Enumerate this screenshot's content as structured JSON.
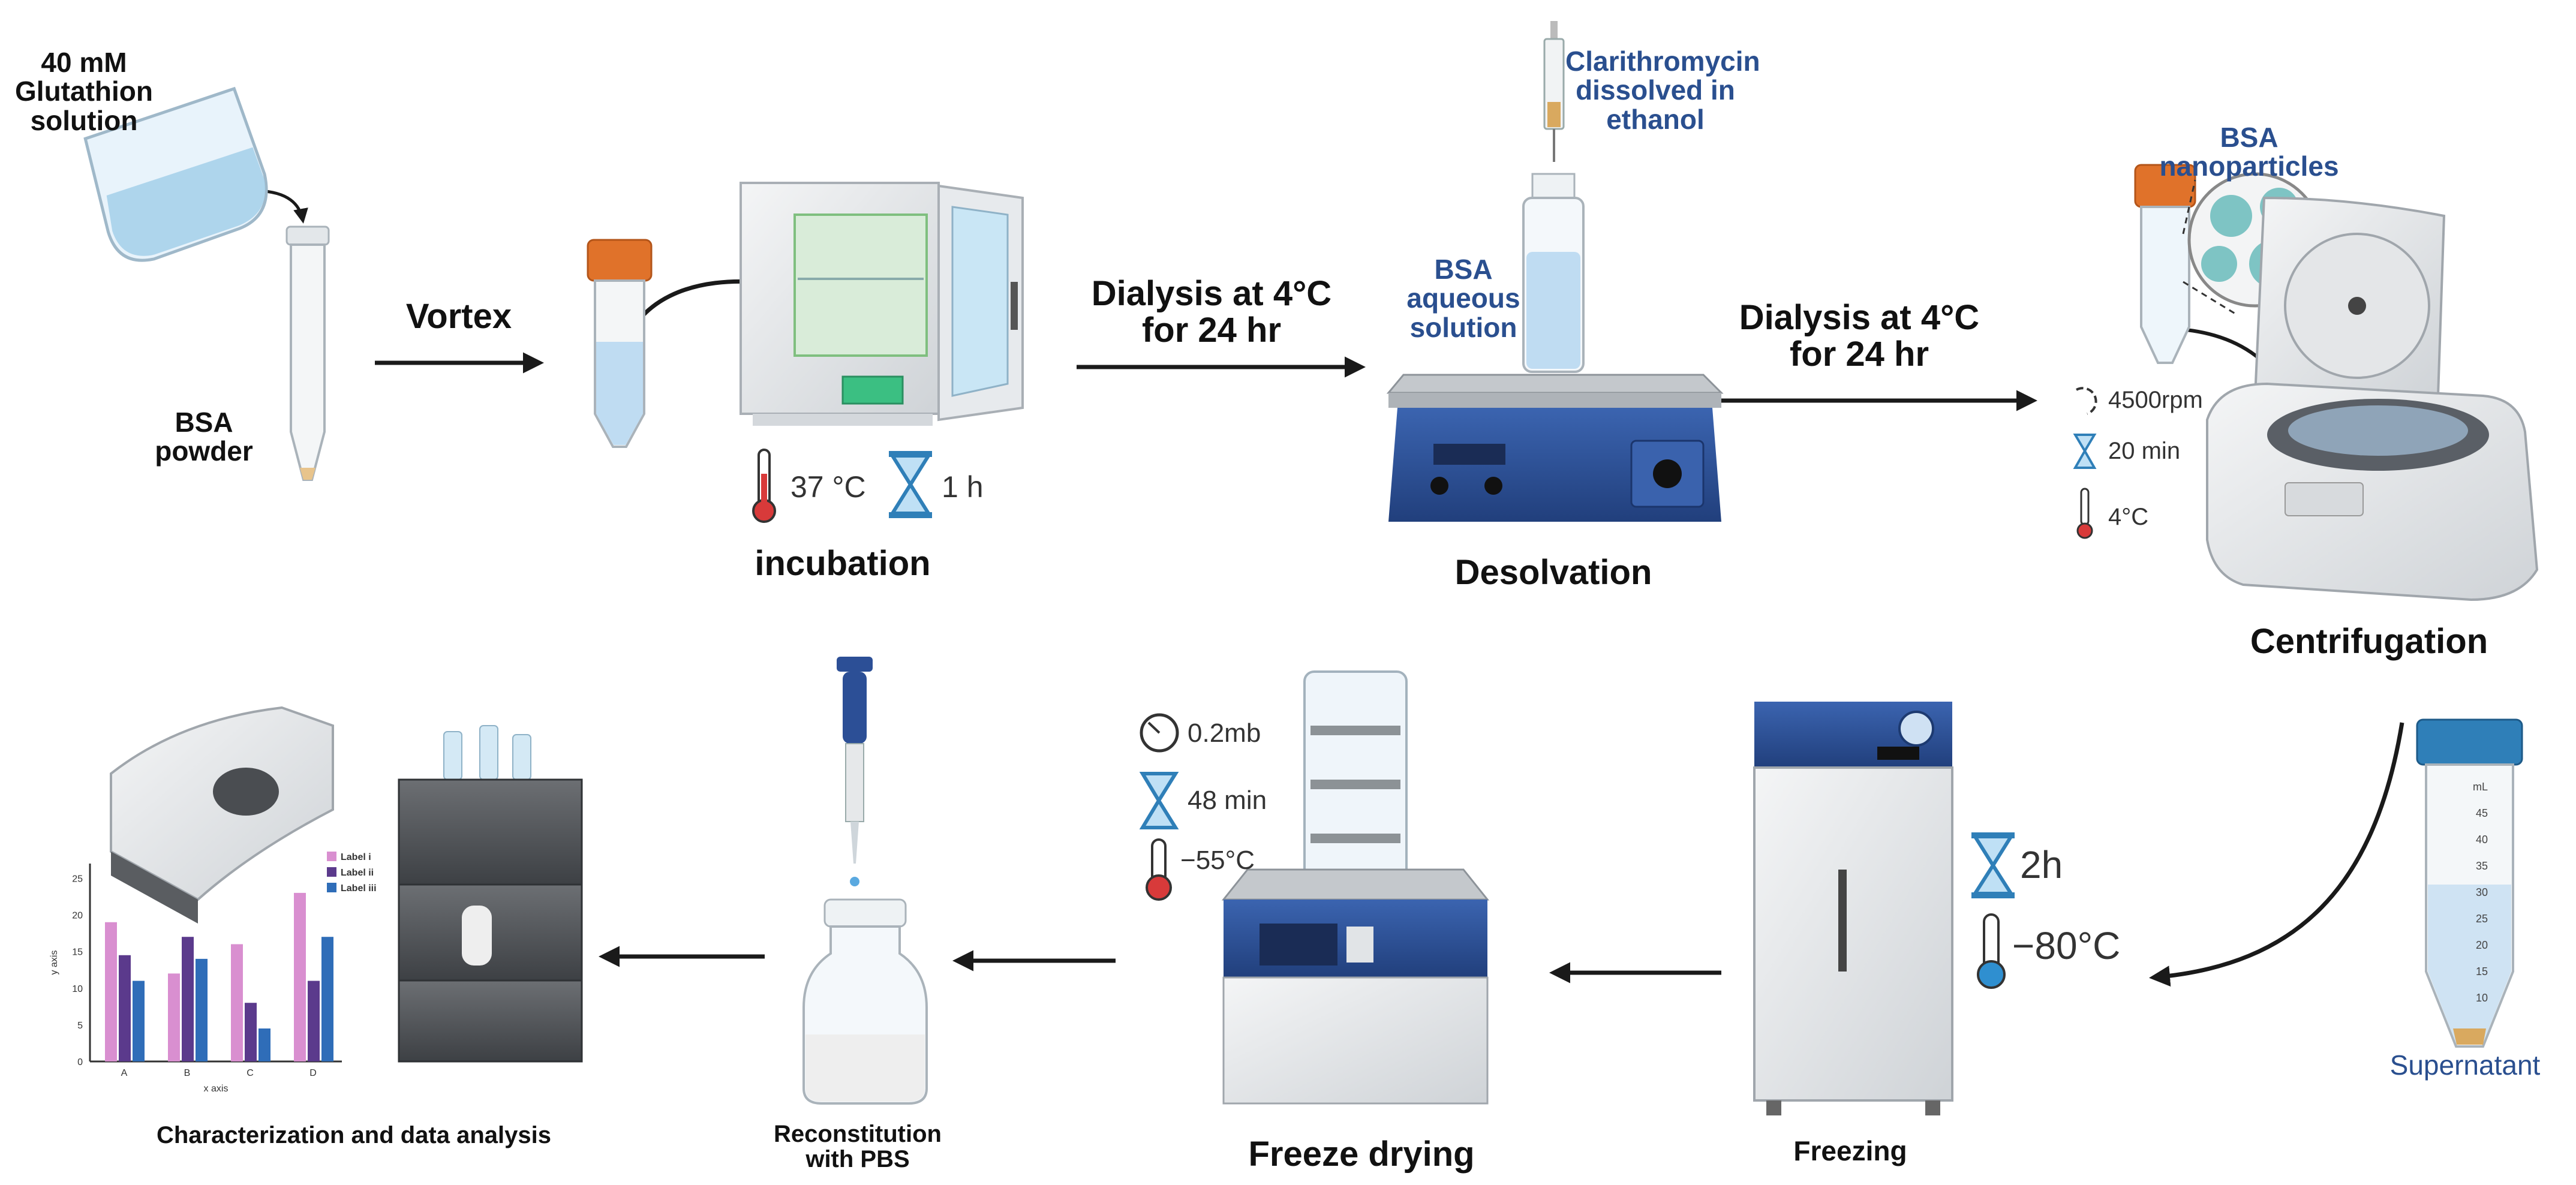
{
  "labels": {
    "glutathion": [
      "40 mM",
      "Glutathion",
      "solution"
    ],
    "bsa_powder": [
      "BSA",
      "powder"
    ],
    "vortex": "Vortex",
    "incubation": "incubation",
    "incubation_temp": "37 °C",
    "incubation_time": "1 h",
    "dialysis_1": [
      "Dialysis at 4°C",
      "for 24 hr"
    ],
    "clarithromycin": [
      "Clarithromycin",
      "dissolved in",
      "ethanol"
    ],
    "bsa_aqueous": [
      "BSA",
      "aqueous",
      "solution"
    ],
    "desolvation": "Desolvation",
    "dialysis_2": [
      "Dialysis at 4°C",
      "for 24 hr"
    ],
    "bsa_nanoparticles": [
      "BSA",
      "nanoparticles"
    ],
    "centrifugation_speed": "4500rpm",
    "centrifugation_time": "20 min",
    "centrifugation_temp": "4°C",
    "centrifugation": "Centrifugation",
    "supernatant": "Supernatant",
    "freezing_time": "2h",
    "freezing_temp": "−80°C",
    "freezing": "Freezing",
    "fd_pressure": "0.2mb",
    "fd_time": "48 min",
    "fd_temp": "−55°C",
    "freeze_drying": "Freeze drying",
    "reconstitution": [
      "Reconstitution",
      "with PBS"
    ],
    "characterization": "Characterization and data analysis",
    "tube_scale": [
      "mL",
      "45",
      "40",
      "35",
      "30",
      "25",
      "20",
      "15",
      "10"
    ]
  },
  "chart_data": {
    "type": "bar",
    "categories": [
      "A",
      "B",
      "C",
      "D"
    ],
    "series": [
      {
        "name": "Label i",
        "values": [
          19,
          12,
          16,
          23
        ],
        "color": "#d98fd0"
      },
      {
        "name": "Label ii",
        "values": [
          14.5,
          17,
          8,
          11
        ],
        "color": "#5b3a8c"
      },
      {
        "name": "Label iii",
        "values": [
          11,
          14,
          4.5,
          17
        ],
        "color": "#2f6db8"
      }
    ],
    "yticks": [
      "0",
      "5",
      "10",
      "15",
      "20",
      "25"
    ],
    "ylim": [
      0,
      27
    ],
    "xlabel": "x axis",
    "ylabel": "y axis"
  },
  "colors": {
    "orange_cap": "#e0722a",
    "blue_cap": "#2f7fb8",
    "equipment_gray": "#e6e8ea",
    "equipment_blue": "#2c4f96",
    "liquid": "#bfdcf2",
    "thermo_red": "#d83a3a",
    "thermo_blue": "#2f8fd0",
    "hourglass": "#2f7fb8"
  }
}
